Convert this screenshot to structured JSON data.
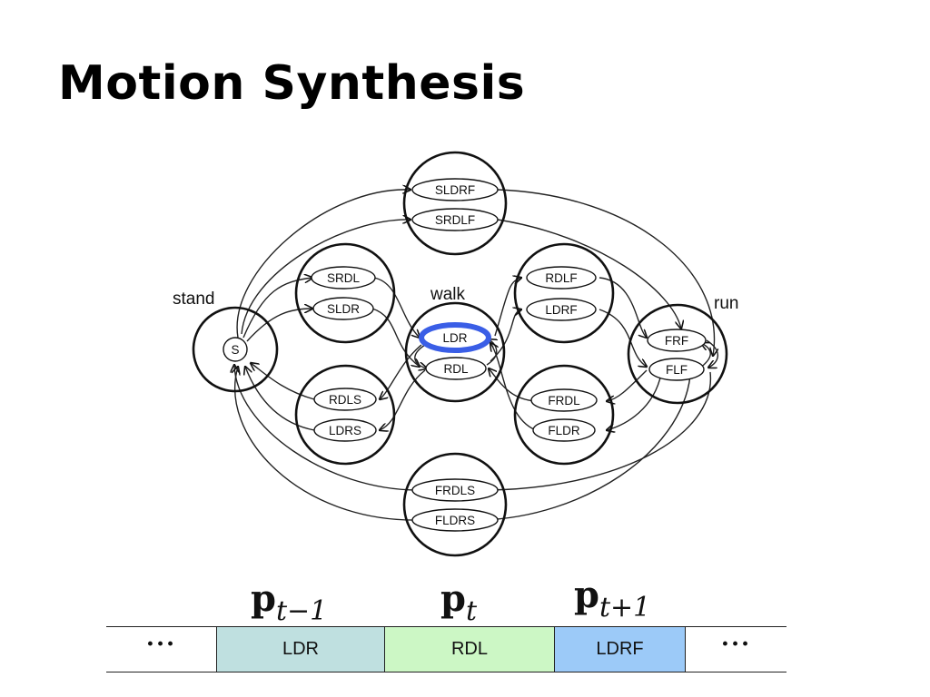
{
  "title": "Motion Synthesis",
  "diagram": {
    "group_labels": {
      "stand": "stand",
      "walk": "walk",
      "run": "run"
    },
    "start_node": "S",
    "nodes": {
      "SLDRF": "SLDRF",
      "SRDLF": "SRDLF",
      "SRDL": "SRDL",
      "SLDR": "SLDR",
      "RDLF": "RDLF",
      "LDRF": "LDRF",
      "LDR": "LDR",
      "RDL": "RDL",
      "FRF": "FRF",
      "FLF": "FLF",
      "RDLS": "RDLS",
      "LDRS": "LDRS",
      "FRDL": "FRDL",
      "FLDR": "FLDR",
      "FRDLS": "FRDLS",
      "FLDRS": "FLDRS"
    },
    "highlighted_node": "LDR",
    "highlight_color": "#3a5ee6"
  },
  "sequence": {
    "labels": [
      {
        "base": "p",
        "sub": "t−1"
      },
      {
        "base": "p",
        "sub": "t"
      },
      {
        "base": "p",
        "sub": "t+1"
      }
    ],
    "cells": [
      {
        "text": "···",
        "color": "#ffffff"
      },
      {
        "text": "LDR",
        "color": "#bfe0e0"
      },
      {
        "text": "RDL",
        "color": "#ccf7c5"
      },
      {
        "text": "LDRF",
        "color": "#9ccaf8"
      },
      {
        "text": "···",
        "color": "#ffffff"
      }
    ]
  }
}
